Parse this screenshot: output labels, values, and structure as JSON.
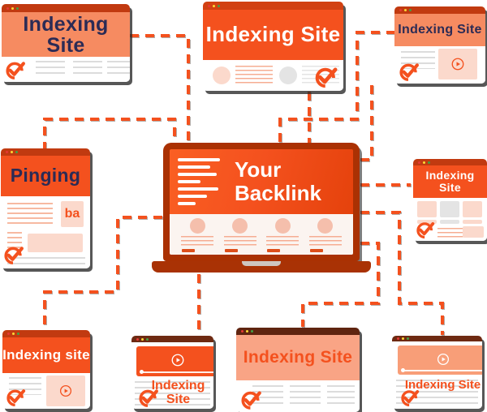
{
  "palette": {
    "orange": "#F4511E",
    "salmon": "#F68B61",
    "light_salmon": "#F9A485",
    "navy": "#2B2B55",
    "titlebar_red": "#C13A10",
    "titlebar_brown": "#6E2A12",
    "laptop_frame": "#AA3103",
    "pale_pink": "#FBD9CC",
    "line_gray": "#DCDCDC",
    "line_pink": "#F7B9A1",
    "background": "#FFFFFF"
  },
  "laptop": {
    "title": "Your Backlink"
  },
  "cards": {
    "top_left": {
      "label": "Indexing Site"
    },
    "top_center": {
      "label": "Indexing Site"
    },
    "top_right": {
      "label": "Indexing Site"
    },
    "pinging": {
      "label": "Pinging",
      "logo": "ba"
    },
    "right_middle": {
      "label": "Indexing Site"
    },
    "bottom_left": {
      "label": "Indexing site"
    },
    "bottom_video": {
      "label": "Indexing Site"
    },
    "bottom_center": {
      "label": "Indexing Site"
    },
    "bottom_right": {
      "label": "Indexing Site"
    }
  },
  "icons": [
    "check-circle-icon",
    "play-icon",
    "window-dots-icon",
    "menu-lines-icon",
    "ba-logo"
  ]
}
